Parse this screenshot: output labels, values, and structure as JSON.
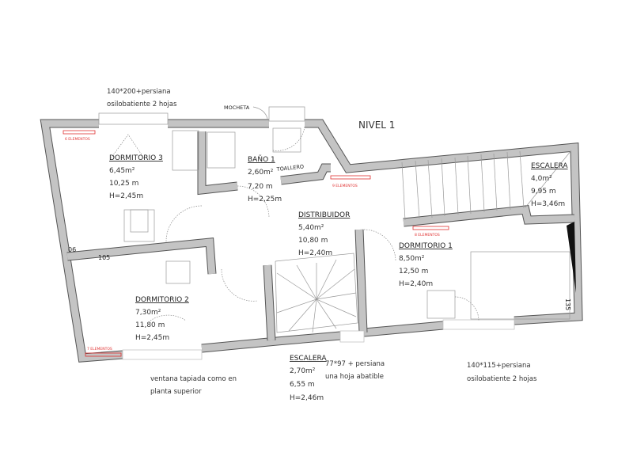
{
  "title": "NIVEL 1",
  "rooms": [
    {
      "name": "DORMITORIO 3",
      "area": "6,45m²",
      "perimeter": "10,25 m",
      "height": "H=2,45m"
    },
    {
      "name": "BAÑO 1",
      "area": "2,60m²",
      "perimeter": "7,20 m",
      "height": "H=2,25m"
    },
    {
      "name": "DISTRIBUIDOR",
      "area": "5,40m²",
      "perimeter": "10,80 m",
      "height": "H=2,40m"
    },
    {
      "name": "ESCALERA",
      "area": "4,0m²",
      "perimeter": "9,95 m",
      "height": "H=3,46m"
    },
    {
      "name": "DORMITORIO 1",
      "area": "8,50m²",
      "perimeter": "12,50 m",
      "height": "H=2,40m"
    },
    {
      "name": "DORMITORIO 2",
      "area": "7,30m²",
      "perimeter": "11,80 m",
      "height": "H=2,45m"
    },
    {
      "name": "ESCALERA",
      "area": "2,70m²",
      "perimeter": "6,55 m",
      "height": "H=2,46m"
    }
  ],
  "notes": {
    "window_top_1": "140*200+persiana",
    "window_top_2": "osilobatiente 2 hojas",
    "mocheta": "MOCHETA",
    "toallero": "TOALLERO",
    "window_left_1": "ventana tapiada como en",
    "window_left_2": "planta superior",
    "window_mid_1": "77*97 + persiana",
    "window_mid_2": "una hoja abatible",
    "window_right_1": "140*115+persiana",
    "window_right_2": "osilobatiente 2 hojas"
  },
  "radiators": [
    "6 ELEMENTOS",
    "9 ELEMENTOS",
    "8 ELEMENTOS",
    "7 ELEMENTOS"
  ],
  "dimensions": {
    "d06": "06",
    "d105": "105",
    "d135": "135"
  },
  "colors": {
    "wall": "#c4c4c4",
    "radiator": "#e03030"
  }
}
